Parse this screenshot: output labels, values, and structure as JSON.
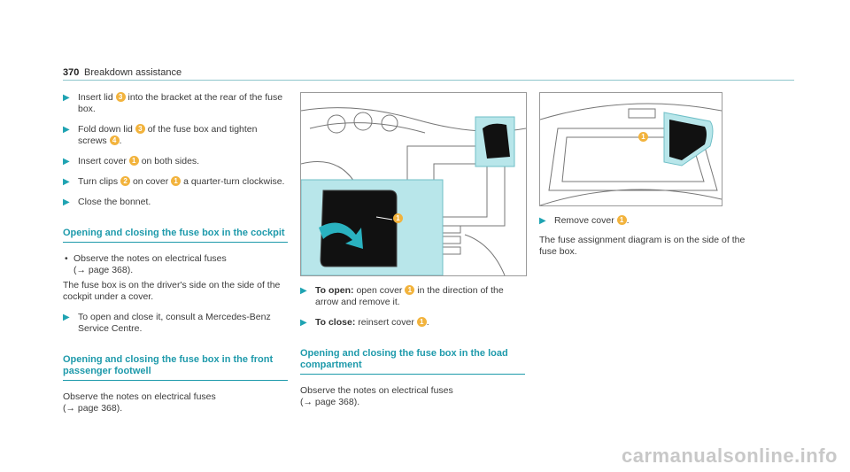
{
  "header": {
    "page_number": "370",
    "section": "Breakdown assistance"
  },
  "col1": {
    "steps": [
      {
        "a": "Insert lid ",
        "badge": "3",
        "b": " into the bracket at the rear of the fuse box."
      },
      {
        "a": "Fold down lid ",
        "badge": "3",
        "b": " of the fuse box and tighten screws ",
        "badge2": "4",
        "c": "."
      },
      {
        "a": "Insert cover ",
        "badge": "1",
        "b": " on both sides."
      },
      {
        "a": "Turn clips ",
        "badge": "2",
        "b": " on cover ",
        "badge2": "1",
        "c": " a quarter-turn clockwise."
      },
      {
        "a": "Close the bonnet."
      }
    ],
    "heading1": "Opening and closing the fuse box in the cockpit",
    "bullet": "Observe the notes on electrical fuses",
    "bullet_ref": "(→ page 368).",
    "para": "The fuse box is on the driver's side on the side of the cockpit under a cover.",
    "step6": "To open and close it, consult a Mercedes-Benz Service Centre.",
    "heading2": "Opening and closing the fuse box in the front passenger footwell",
    "para2": "Observe the notes on electrical fuses",
    "para2_ref": "(→ page 368)."
  },
  "col2": {
    "image_badge": "1",
    "step1_bold": "To open:",
    "step1_a": " open cover ",
    "step1_badge": "1",
    "step1_b": " in the direction of the arrow and remove it.",
    "step2_bold": "To close:",
    "step2_a": " reinsert cover ",
    "step2_badge": "1",
    "step2_b": ".",
    "heading": "Opening and closing the fuse box in the load compartment",
    "para": "Observe the notes on electrical fuses",
    "para_ref": "(→ page 368)."
  },
  "col3": {
    "image_badge": "1",
    "step_a": "Remove cover ",
    "step_badge": "1",
    "step_b": ".",
    "para": "The fuse assignment diagram is on the side of the fuse box."
  },
  "watermark": "carmanualsonline.info",
  "colors": {
    "accent": "#1e9aab",
    "badge": "#f2b33d",
    "highlight": "#b8e6ea"
  }
}
